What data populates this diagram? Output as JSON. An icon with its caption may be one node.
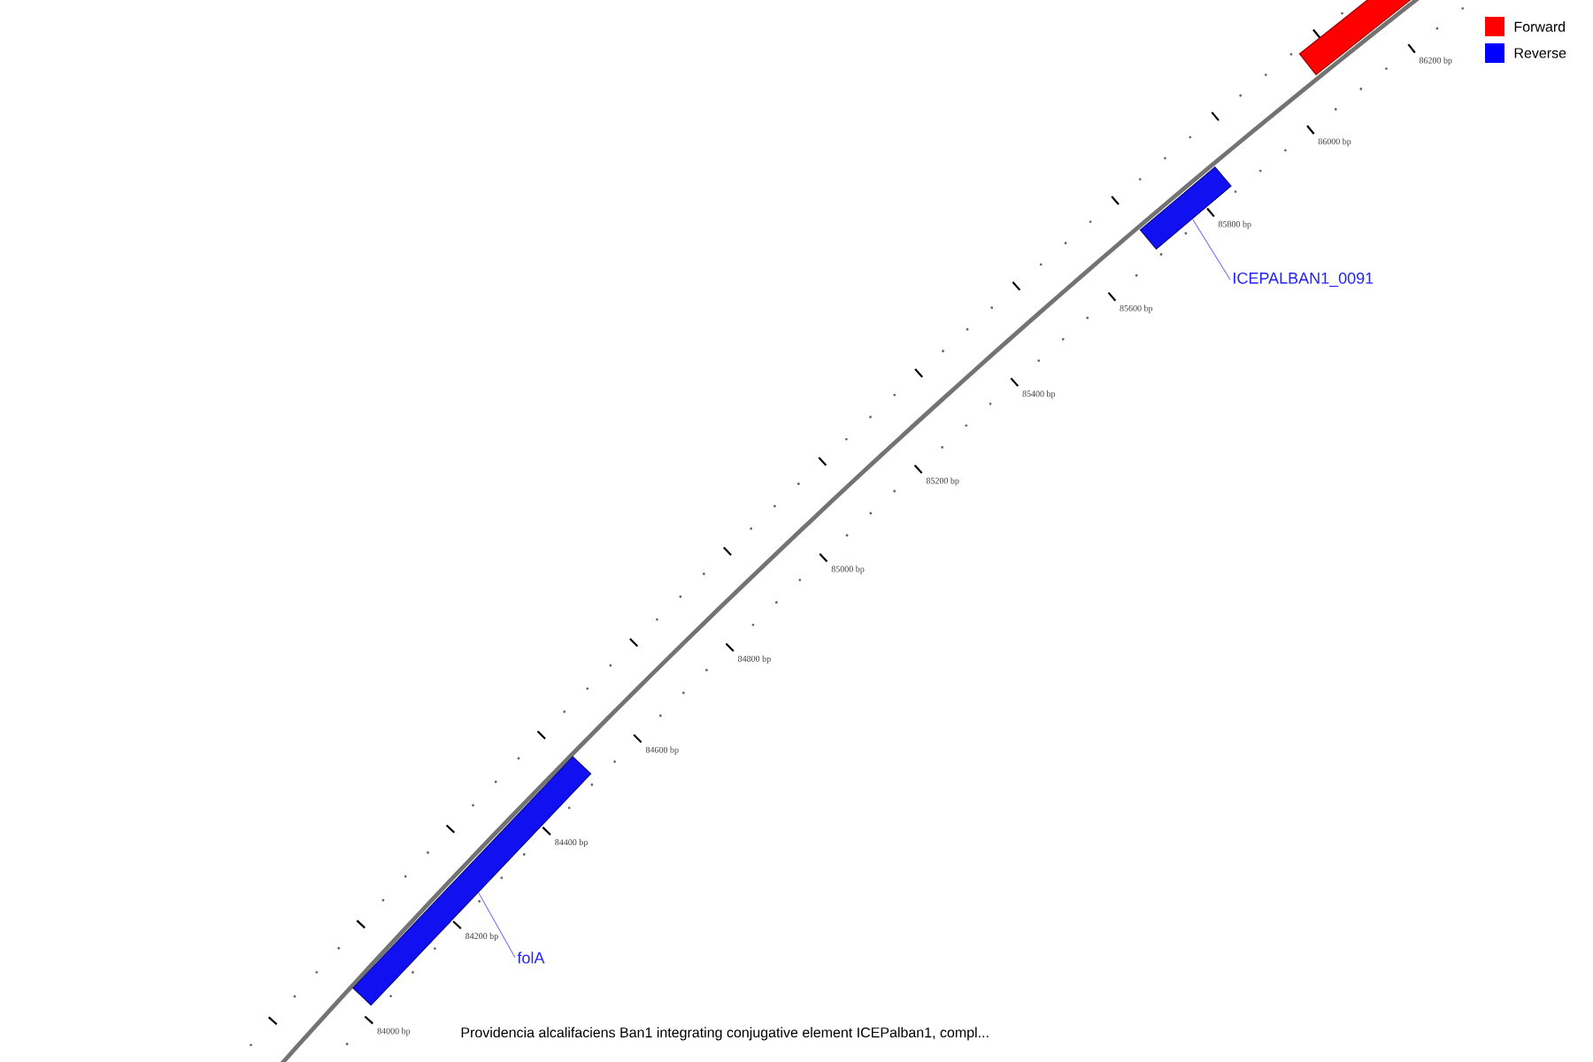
{
  "diagram": {
    "caption": "Providencia alcalifaciens Ban1 integrating conjugative element ICEPalban1, compl...",
    "nodes": [
      {
        "text": [],
        "shape": "bar"
      },
      {
        "text": [],
        "shape": "bar"
      },
      {
        "text": [
          "ICEPALBAN1_0091"
        ]
      },
      {
        "text": [],
        "shape": "bar"
      },
      {
        "text": [
          "folA"
        ]
      }
    ],
    "edges": [
      {
        "from": 2,
        "to": 1,
        "arrow": "none"
      },
      {
        "from": 4,
        "to": 3,
        "arrow": "none"
      }
    ],
    "labels": [
      "86200 bp",
      "86000 bp",
      "85800 bp",
      "85600 bp",
      "85400 bp",
      "85200 bp",
      "85000 bp",
      "84800 bp",
      "84600 bp",
      "84400 bp",
      "84200 bp",
      "84000 bp"
    ],
    "legend": [
      {
        "text": "Forward",
        "color": "#ff0000"
      },
      {
        "text": "Reverse",
        "color": "#0000ff"
      }
    ]
  }
}
